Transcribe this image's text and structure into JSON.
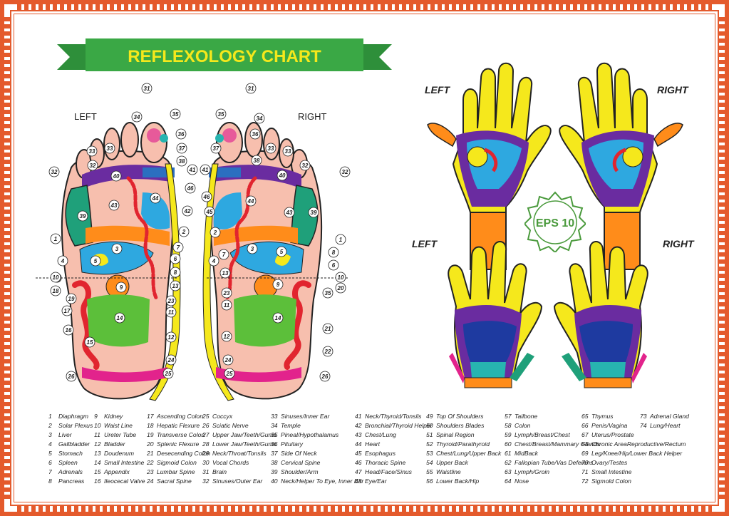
{
  "title": "REFLEXOLOGY CHART",
  "badge": "EPS 10",
  "labels": {
    "feet_left": "LEFT",
    "feet_right": "RIGHT",
    "palm_left": "LEFT",
    "palm_right": "RIGHT",
    "back_left": "LEFT",
    "back_right": "RIGHT"
  },
  "colors": {
    "border": "#e45a2c",
    "banner": "#3aa845",
    "banner_text": "#f5e81c",
    "badge": "#4a9a3c"
  },
  "legend": [
    [
      {
        "n": "1",
        "t": "Diaphragm"
      },
      {
        "n": "2",
        "t": "Solar Plexus"
      },
      {
        "n": "3",
        "t": "Liver"
      },
      {
        "n": "4",
        "t": "Gallbladder"
      },
      {
        "n": "5",
        "t": "Stomach"
      },
      {
        "n": "6",
        "t": "Spleen"
      },
      {
        "n": "7",
        "t": "Adrenals"
      },
      {
        "n": "8",
        "t": "Pancreas"
      }
    ],
    [
      {
        "n": "9",
        "t": "Kidney"
      },
      {
        "n": "10",
        "t": "Waist Line"
      },
      {
        "n": "11",
        "t": "Ureter Tube"
      },
      {
        "n": "12",
        "t": "Bladder"
      },
      {
        "n": "13",
        "t": "Doudenum"
      },
      {
        "n": "14",
        "t": "Small Intestine"
      },
      {
        "n": "15",
        "t": "Appendix"
      },
      {
        "n": "16",
        "t": "Ileocecal Valve"
      }
    ],
    [
      {
        "n": "17",
        "t": "Ascending Colon"
      },
      {
        "n": "18",
        "t": "Hepatic Flexure"
      },
      {
        "n": "19",
        "t": "Transverse Colon"
      },
      {
        "n": "20",
        "t": "Splenic Flexure"
      },
      {
        "n": "21",
        "t": "Desecending Colon"
      },
      {
        "n": "22",
        "t": "Sigmoid Colon"
      },
      {
        "n": "23",
        "t": "Lumbar Spine"
      },
      {
        "n": "24",
        "t": "Sacral Spine"
      }
    ],
    [
      {
        "n": "25",
        "t": "Coccyx"
      },
      {
        "n": "26",
        "t": "Sciatic Nerve"
      },
      {
        "n": "27",
        "t": "Upper Jaw/Teeth/Gums"
      },
      {
        "n": "28",
        "t": "Lower Jaw/Teeth/Gums"
      },
      {
        "n": "29",
        "t": "Neck/Throat/Tonsils"
      },
      {
        "n": "30",
        "t": "Vocal Chords"
      },
      {
        "n": "31",
        "t": "Brain"
      },
      {
        "n": "32",
        "t": "Sinuses/Outer Ear"
      }
    ],
    [
      {
        "n": "33",
        "t": "Sinuses/Inner Ear"
      },
      {
        "n": "34",
        "t": "Temple"
      },
      {
        "n": "35",
        "t": "Pineal/Hypothalamus"
      },
      {
        "n": "36",
        "t": "Pituitary"
      },
      {
        "n": "37",
        "t": "Side Of Neck"
      },
      {
        "n": "38",
        "t": "Cervical Spine"
      },
      {
        "n": "39",
        "t": "Shoulder/Arm"
      },
      {
        "n": "40",
        "t": "Neck/Helper To Eye, Inner Ear"
      }
    ],
    [
      {
        "n": "41",
        "t": "Neck/Thyroid/Tonsils"
      },
      {
        "n": "42",
        "t": "Bronchial/Thyroid Helper"
      },
      {
        "n": "43",
        "t": "Chest/Lung"
      },
      {
        "n": "44",
        "t": "Heart"
      },
      {
        "n": "45",
        "t": "Esophagus"
      },
      {
        "n": "46",
        "t": "Thoracic Spine"
      },
      {
        "n": "47",
        "t": "Head/Face/Sinus"
      },
      {
        "n": "48",
        "t": "Eye/Ear"
      }
    ],
    [
      {
        "n": "49",
        "t": "Top Of Shoulders"
      },
      {
        "n": "50",
        "t": "Shoulders Blades"
      },
      {
        "n": "51",
        "t": "Spinal Region"
      },
      {
        "n": "52",
        "t": "Thyroid/Parathyroid"
      },
      {
        "n": "53",
        "t": "Chest/Lung/Upper Back"
      },
      {
        "n": "54",
        "t": "Upper Back"
      },
      {
        "n": "55",
        "t": "Waistline"
      },
      {
        "n": "56",
        "t": "Lower Back/Hip"
      }
    ],
    [
      {
        "n": "57",
        "t": "Tailbone"
      },
      {
        "n": "58",
        "t": "Colon"
      },
      {
        "n": "59",
        "t": "Lymph/Breast/Chest"
      },
      {
        "n": "60",
        "t": "Chest/Breast/Mammary Glands"
      },
      {
        "n": "61",
        "t": "MidBack"
      },
      {
        "n": "62",
        "t": "Fallopian Tube/Vas Deferens"
      },
      {
        "n": "63",
        "t": "Lymph/Groin"
      },
      {
        "n": "64",
        "t": "Nose"
      }
    ],
    [
      {
        "n": "65",
        "t": "Thymus"
      },
      {
        "n": "66",
        "t": "Penis/Vagina"
      },
      {
        "n": "67",
        "t": "Uterus/Prostate"
      },
      {
        "n": "68",
        "t": "Chronic AreaReproductive/Rectum"
      },
      {
        "n": "69",
        "t": "Leg/Knee/Hip/Lower Back Helper"
      },
      {
        "n": "70",
        "t": "Ovary/Testes"
      },
      {
        "n": "71",
        "t": "Small Intestine"
      },
      {
        "n": "72",
        "t": "Sigmold Colon"
      }
    ],
    [
      {
        "n": "73",
        "t": "Adrenal Gland"
      },
      {
        "n": "74",
        "t": "Lung/Heart"
      }
    ]
  ],
  "foot_left_labels": [
    "31",
    "34",
    "35",
    "36",
    "37",
    "38",
    "32",
    "33",
    "33",
    "32",
    "40",
    "41",
    "46",
    "42",
    "43",
    "44",
    "39",
    "1",
    "2",
    "3",
    "7",
    "5",
    "4",
    "6",
    "8",
    "10",
    "9",
    "13",
    "18",
    "19",
    "23",
    "17",
    "11",
    "14",
    "16",
    "15",
    "12",
    "24",
    "25",
    "26"
  ],
  "foot_right_labels": [
    "31",
    "35",
    "34",
    "37",
    "36",
    "38",
    "33",
    "33",
    "32",
    "41",
    "40",
    "32",
    "46",
    "44",
    "45",
    "43",
    "39",
    "2",
    "1",
    "3",
    "7",
    "5",
    "8",
    "6",
    "13",
    "4",
    "10",
    "9",
    "20",
    "23",
    "35",
    "11",
    "14",
    "21",
    "12",
    "22",
    "24",
    "25",
    "26"
  ]
}
